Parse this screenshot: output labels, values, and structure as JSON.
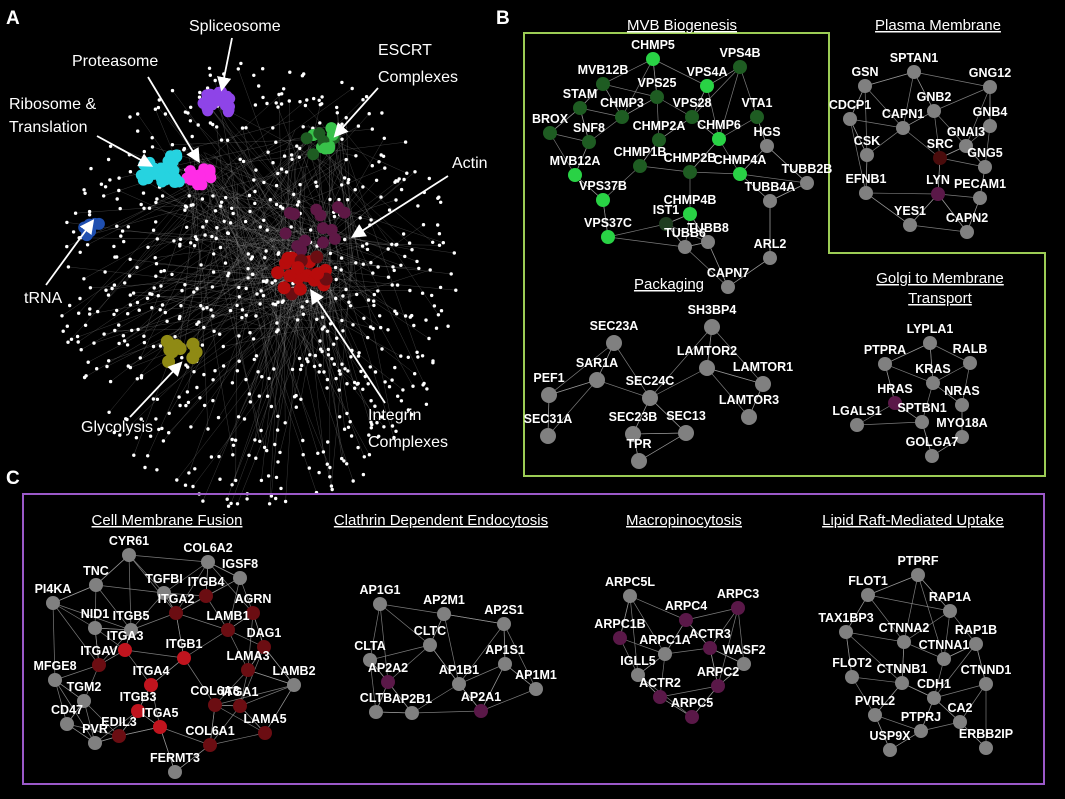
{
  "panels": [
    {
      "id": "A",
      "label": "A"
    },
    {
      "id": "B",
      "label": "B"
    },
    {
      "id": "C",
      "label": "C"
    }
  ],
  "colors": {
    "background": "#000000",
    "node_white": "#ffffff",
    "node_gray": "#808080",
    "edge": "#9a9a9a",
    "box_green": "#9ccc55",
    "box_purple": "#9b59c9",
    "spliceosome": "#8e44e8",
    "proteasome": "#ff2ce6",
    "ribosome": "#26d3e0",
    "trna": "#1f4fb0",
    "escrt": "#38c24a",
    "actin": "#5e1845",
    "integrin": "#b80c0c",
    "glycolysis": "#8f8a14",
    "green_dark": "#1e5c22",
    "green_bright": "#29d245",
    "red_bright": "#c0141e",
    "red_dark": "#6b0d12",
    "purple_node": "#5a1848"
  },
  "panel_a": {
    "annotations": [
      {
        "key": "spliceosome",
        "label": "Spliceosome"
      },
      {
        "key": "proteasome",
        "label": "Proteasome"
      },
      {
        "key": "escrt",
        "label": "ESCRT Complexes"
      },
      {
        "key": "ribosome",
        "label": "Ribosome & Translation"
      },
      {
        "key": "actin",
        "label": "Actin"
      },
      {
        "key": "trna",
        "label": "tRNA"
      },
      {
        "key": "glycolysis",
        "label": "Glycolysis"
      },
      {
        "key": "integrin",
        "label": "Integrin Complexes"
      }
    ]
  },
  "panel_b": {
    "modules": [
      {
        "key": "mvb",
        "title": "MVB Biogenesis",
        "nodes": [
          "CHMP5",
          "VPS4B",
          "MVB12B",
          "VPS25",
          "VPS4A",
          "STAM",
          "CHMP3",
          "VPS28",
          "VTA1",
          "BROX",
          "SNF8",
          "CHMP2A",
          "CHMP6",
          "HGS",
          "CHMP1B",
          "TUBB2B",
          "MVB12A",
          "CHMP2B",
          "CHMP4A",
          "VPS37B",
          "TUBB4A",
          "CHMP4B",
          "VPS37C",
          "IST1",
          "TUBB8",
          "TUBB6",
          "ARL2",
          "CAPN7"
        ]
      },
      {
        "key": "plasma",
        "title": "Plasma  Membrane",
        "nodes": [
          "SPTAN1",
          "GSN",
          "GNG12",
          "GNB2",
          "CDCP1",
          "CAPN1",
          "GNB4",
          "GNAI3",
          "CSK",
          "SRC",
          "GNG5",
          "EFNB1",
          "LYN",
          "PECAM1",
          "YES1",
          "CAPN2"
        ]
      },
      {
        "key": "packaging",
        "title": "Packaging",
        "nodes": [
          "SEC23A",
          "SH3BP4",
          "SAR1A",
          "LAMTOR2",
          "PEF1",
          "SEC24C",
          "LAMTOR1",
          "SEC23B",
          "SEC31A",
          "SEC13",
          "LAMTOR3",
          "TPR"
        ]
      },
      {
        "key": "golgi",
        "title": "Golgi to Membrane Transport",
        "nodes": [
          "LYPLA1",
          "PTPRA",
          "RALB",
          "KRAS",
          "HRAS",
          "NRAS",
          "LGALS1",
          "SPTBN1",
          "MYO18A",
          "GOLGA7"
        ]
      }
    ]
  },
  "panel_c": {
    "modules": [
      {
        "key": "fusion",
        "title": "Cell Membrane Fusion",
        "nodes": [
          "CYR61",
          "COL6A2",
          "IGSF8",
          "TNC",
          "TGFBI",
          "ITGB4",
          "PI4KA",
          "ITGA2",
          "AGRN",
          "NID1",
          "ITGB5",
          "LAMB1",
          "ITGA3",
          "DAG1",
          "ITGAV",
          "ITGB1",
          "LAMA3",
          "MFGE8",
          "ITGA4",
          "LAMB2",
          "TGM2",
          "ITGB3",
          "COL6A3",
          "ITGA1",
          "CD47",
          "EDIL3",
          "ITGA5",
          "LAMA5",
          "PVR",
          "COL6A1",
          "FERMT3"
        ]
      },
      {
        "key": "clathrin",
        "title": "Clathrin Dependent Endocytosis",
        "nodes": [
          "AP1G1",
          "AP2M1",
          "AP2S1",
          "CLTC",
          "CLTA",
          "AP1S1",
          "AP2A2",
          "AP1B1",
          "AP1M1",
          "CLTB",
          "AP2A1",
          "AP2B1"
        ]
      },
      {
        "key": "macro",
        "title": "Macropinocytosis",
        "nodes": [
          "ARPC5L",
          "ARPC3",
          "ARPC4",
          "ARPC1B",
          "ACTR3",
          "ARPC1A",
          "WASF2",
          "IGLL5",
          "ARPC2",
          "ACTR2",
          "ARPC5"
        ]
      },
      {
        "key": "lipid",
        "title": "Lipid Raft-Mediated Uptake",
        "nodes": [
          "PTPRF",
          "FLOT1",
          "RAP1A",
          "TAX1BP3",
          "CTNNA2",
          "RAP1B",
          "CTNNA1",
          "FLOT2",
          "CTNNB1",
          "CTNND1",
          "CDH1",
          "PVRL2",
          "CA2",
          "PTPRJ",
          "ERBB2IP",
          "USP9X"
        ]
      }
    ]
  }
}
